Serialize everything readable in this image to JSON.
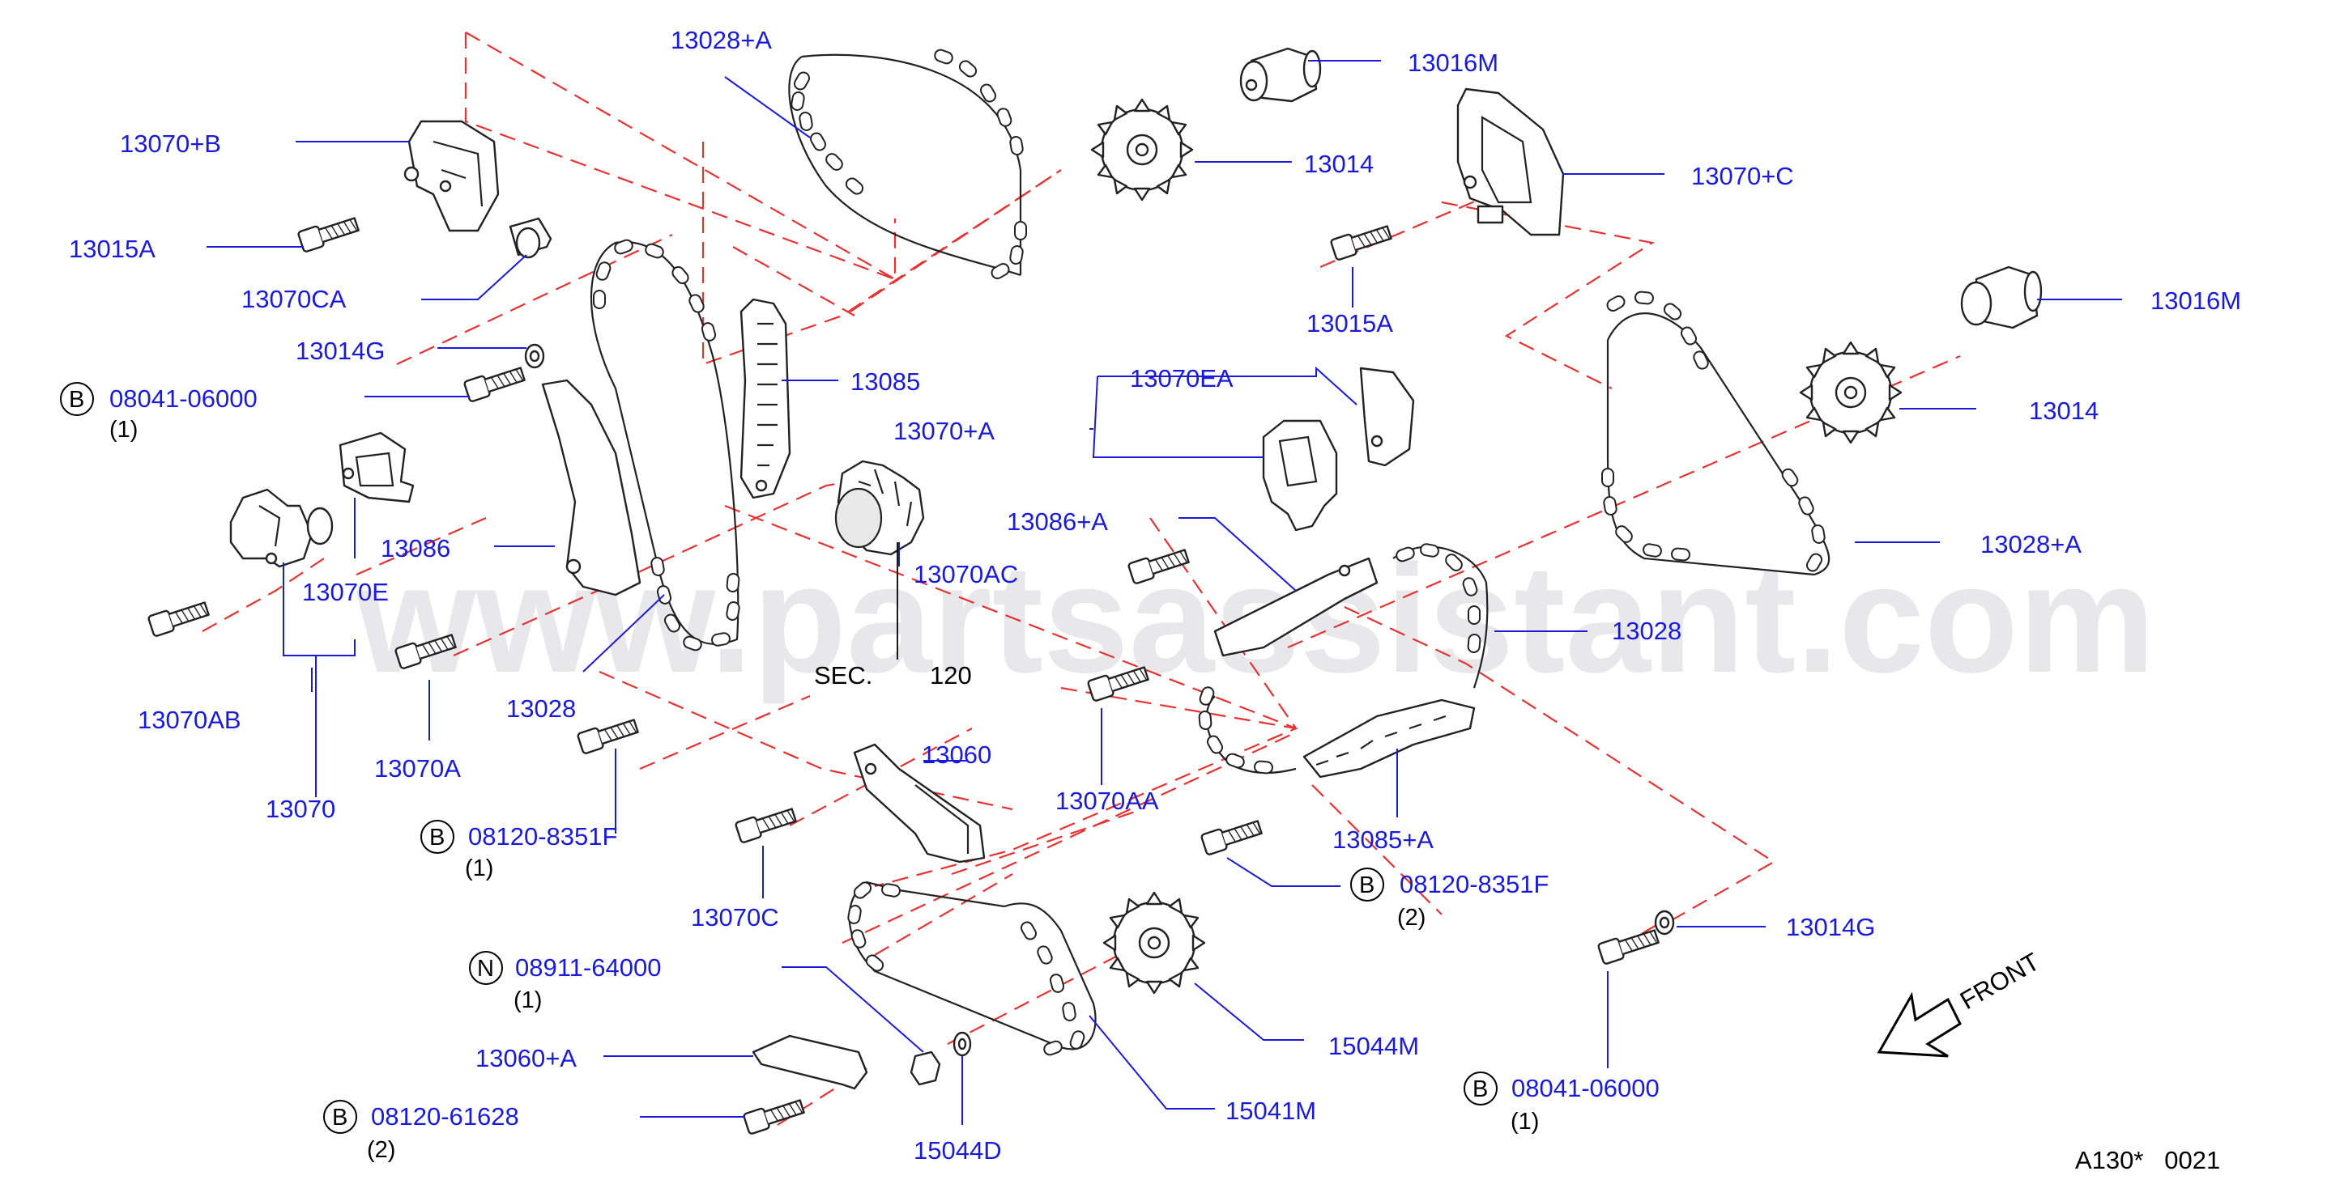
{
  "watermark": "www.partsassistant.com",
  "footer_code": "A130*   0021",
  "front_label": "FRONT",
  "section_ref": {
    "text": "SEC.",
    "number": "120"
  },
  "callouts": {
    "c13028_a_top": "13028+A",
    "c13016m_top": "13016M",
    "c13070_b": "13070+B",
    "c13014_top": "13014",
    "c13070_c": "13070+C",
    "c13015a_left": "13015A",
    "c13070ca": "13070CA",
    "c13015a_right": "13015A",
    "c13016m_right": "13016M",
    "c13014g_left": "13014G",
    "c13085": "13085",
    "c13070ea": "13070EA",
    "c13014_right": "13014",
    "c13070_a": "13070+A",
    "c13086_a": "13086+A",
    "c13028_a_right": "13028+A",
    "c13086": "13086",
    "c13070ac": "13070AC",
    "c13070e": "13070E",
    "c13028_right": "13028",
    "c13070ab": "13070AB",
    "c13028_mid": "13028",
    "c13060": "13060",
    "c13070a": "13070A",
    "c13070aa": "13070AA",
    "c13085_a": "13085+A",
    "c13070": "13070",
    "c13070c": "13070C",
    "c13014g_right": "13014G",
    "c15044m": "15044M",
    "c13060_a": "13060+A",
    "c15041m": "15041M",
    "c15044d": "15044D"
  },
  "bolt_refs": {
    "b1": {
      "badge": "B",
      "part": "08041-06000",
      "qty": "(1)"
    },
    "b2": {
      "badge": "B",
      "part": "08120-8351F",
      "qty": "(1)"
    },
    "b3": {
      "badge": "B",
      "part": "08120-8351F",
      "qty": "(2)"
    },
    "n1": {
      "badge": "N",
      "part": "08911-64000",
      "qty": "(1)"
    },
    "b4": {
      "badge": "B",
      "part": "08120-61628",
      "qty": "(2)"
    },
    "b5": {
      "badge": "B",
      "part": "08041-06000",
      "qty": "(1)"
    }
  },
  "colors": {
    "label": "#1a1adc",
    "leader": "#1a1adc",
    "dashed_line": "#e63232",
    "parts": "#222222",
    "watermark": "#9a9aa8"
  }
}
